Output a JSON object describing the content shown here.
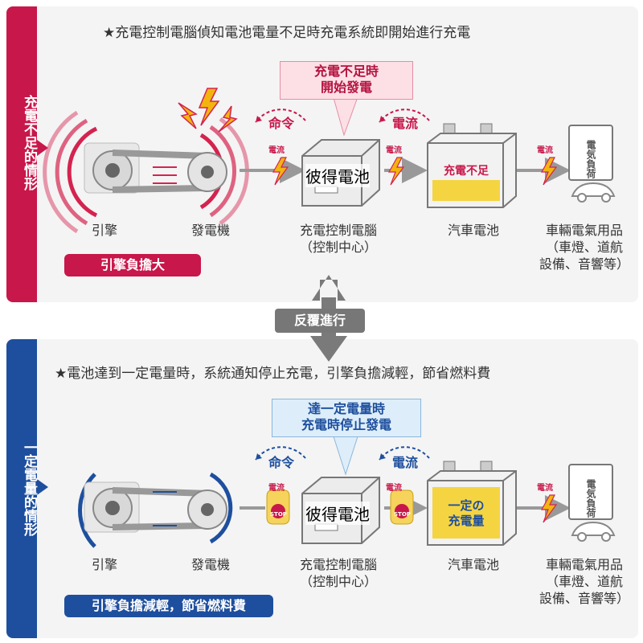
{
  "top": {
    "side_label": "充電不足的情形",
    "heading": "★充電控制電腦偵知電池電量不足時充電系統即開始進行充電",
    "callout": "充電不足時\n開始發電",
    "command_label": "命令",
    "current_label": "電流",
    "small_current": "電流",
    "battery_status": "充電不足",
    "overlay_text": "彼得電池",
    "captions": {
      "engine": "引擎",
      "generator": "發電機",
      "computer": "充電控制電腦\n（控制中心）",
      "battery": "汽車電池",
      "loads": "車輛電氣用品\n（車燈、道航\n設備、音響等）"
    },
    "load_box": "電気負荷",
    "badge": "引擎負擔大",
    "colors": {
      "accent": "#c8174a"
    }
  },
  "center_tag": "反覆進行",
  "bottom": {
    "side_label": "一定電量的情形",
    "heading": "★電池達到一定電量時，系統通知停止充電，引擎負擔減輕，節省燃料費",
    "callout": "達一定電量時\n充電時停止發電",
    "command_label": "命令",
    "current_label": "電流",
    "small_current": "電流",
    "stop_label": "STOP",
    "battery_status": "一定の\n充電量",
    "overlay_text": "彼得電池",
    "captions": {
      "engine": "引擎",
      "generator": "發電機",
      "computer": "充電控制電腦\n（控制中心）",
      "battery": "汽車電池",
      "loads": "車輛電氣用品\n（車燈、道航\n設備、音響等）"
    },
    "load_box": "電気負荷",
    "badge": "引擎負擔減輕，節省燃料費",
    "colors": {
      "accent": "#1e4f9e"
    }
  },
  "icons": [
    "engine-gear-icon",
    "generator-icon",
    "computer-box-icon",
    "battery-icon",
    "car-icon",
    "lightning-icon",
    "stop-hand-icon"
  ]
}
